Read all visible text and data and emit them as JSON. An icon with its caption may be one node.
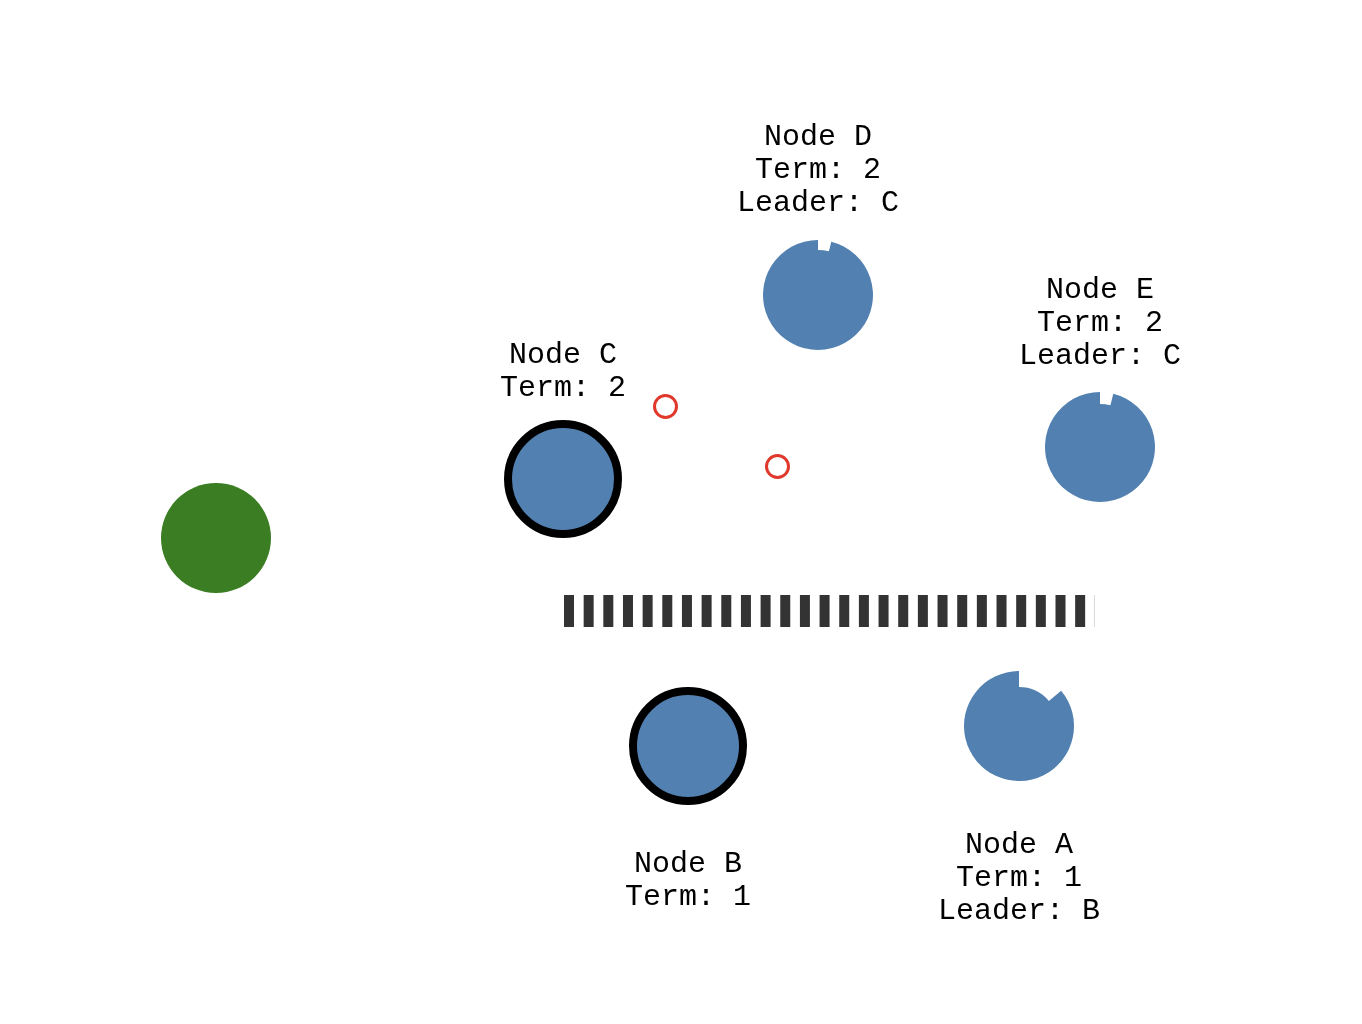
{
  "diagram": {
    "nodes": [
      {
        "text": [
          "Node D",
          "Term: 2",
          "Leader: C"
        ]
      },
      {
        "text": [
          "Node E",
          "Term: 2",
          "Leader: C"
        ]
      },
      {
        "text": [
          "Node C",
          "Term: 2"
        ]
      },
      {
        "text": [],
        "shape": "circle"
      },
      {
        "text": [],
        "shape": "circle"
      },
      {
        "text": [],
        "shape": "circle"
      },
      {
        "text": [
          "Node B",
          "Term: 1"
        ]
      },
      {
        "text": [
          "Node A",
          "Term: 1",
          "Leader: B"
        ]
      }
    ]
  }
}
